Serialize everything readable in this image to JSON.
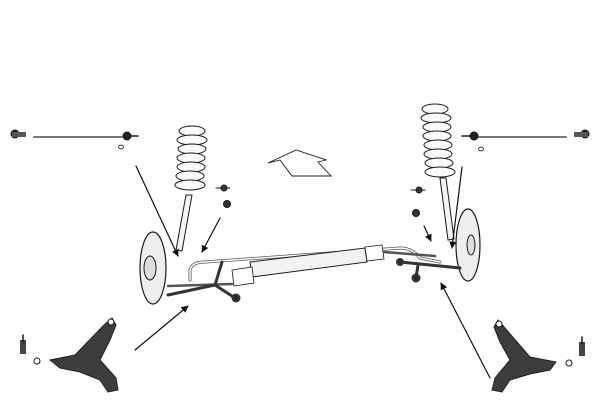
{
  "diagram": {
    "subject": "front-suspension-exploded-view",
    "colors": {
      "background": "#ffffff",
      "line": "#1a1a1a",
      "part_fill": "#e6e6e6",
      "dark_part": "#3a3a3a"
    },
    "parts": [
      {
        "id": "tie-rod-left"
      },
      {
        "id": "tie-rod-right"
      },
      {
        "id": "coil-spring-strut-left"
      },
      {
        "id": "coil-spring-strut-right"
      },
      {
        "id": "stabilizer-link-left"
      },
      {
        "id": "stabilizer-link-right"
      },
      {
        "id": "steering-rack"
      },
      {
        "id": "control-arm-left"
      },
      {
        "id": "control-arm-right"
      },
      {
        "id": "direction-arrow"
      }
    ]
  }
}
